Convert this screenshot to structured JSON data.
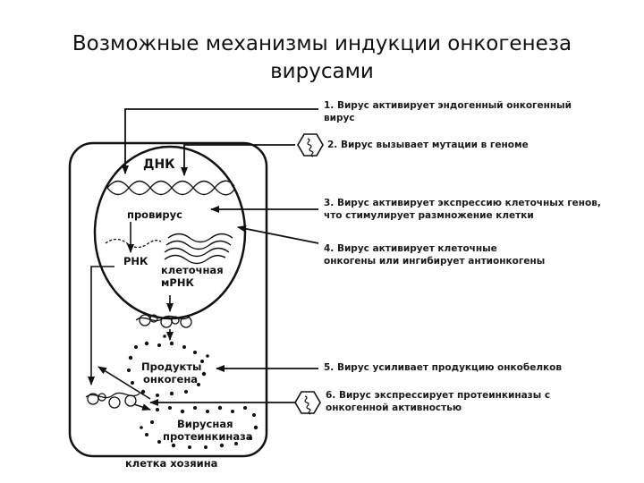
{
  "title": {
    "line1": "Возможные механизмы индукции онкогенеза",
    "line2": "вирусами"
  },
  "labels": {
    "dna": "ДНК",
    "provirus": "провирус",
    "rna": "РНК",
    "cell_mrna_1": "клеточная",
    "cell_mrna_2": "мРНК",
    "products_1": "Продукты",
    "products_2": "онкогена",
    "viral_kinase_1": "Вирусная",
    "viral_kinase_2": "протеинкиназа",
    "host_cell": "клетка хозяина"
  },
  "steps": [
    {
      "lines": [
        "1. Вирус активирует эндогенный онкогенный",
        "вирус"
      ]
    },
    {
      "lines": [
        "2. Вирус вызывает мутации в геноме"
      ]
    },
    {
      "lines": [
        "3. Вирус активирует экспрессию клеточных генов,",
        "что  стимулирует размножение клетки"
      ]
    },
    {
      "lines": [
        "4. Вирус активирует клеточные",
        "онкогены или ингибирует антионкогены"
      ]
    },
    {
      "lines": [
        "5. Вирус усиливает продукцию онкобелков"
      ]
    },
    {
      "lines": [
        "6. Вирус экспрессирует протеинкиназы с",
        "онкогенной активностью"
      ]
    }
  ],
  "icons": [
    "virus-icon",
    "virus-icon"
  ],
  "colors": {
    "ink": "#111111",
    "background": "#ffffff"
  }
}
